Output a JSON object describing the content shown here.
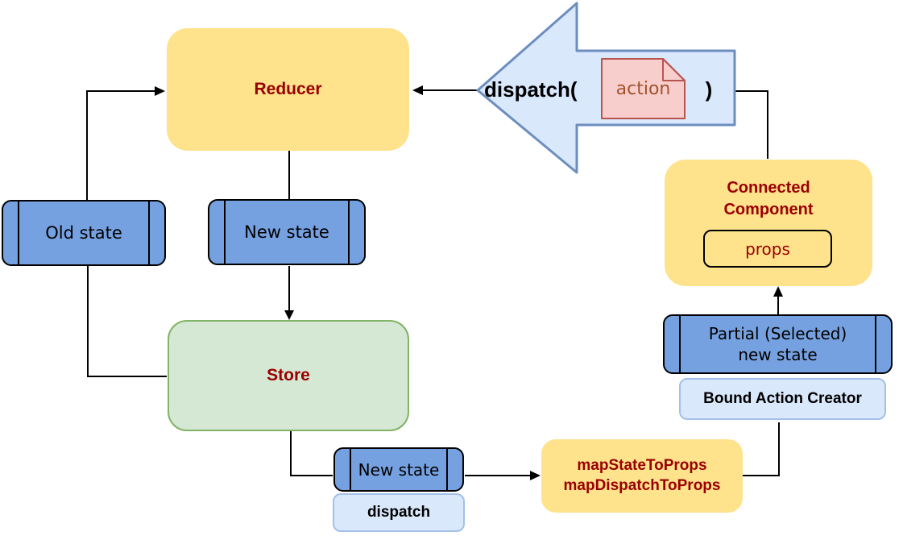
{
  "diagram": {
    "nodes": {
      "reducer": {
        "label": "Reducer"
      },
      "old_state": {
        "label": "Old state"
      },
      "new_state_top": {
        "label": "New state"
      },
      "store": {
        "label": "Store"
      },
      "new_state_bottom": {
        "label": "New state"
      },
      "dispatch_method": {
        "label": "dispatch"
      },
      "map_props": {
        "line1": "mapStateToProps",
        "line2": "mapDispatchToProps"
      },
      "partial_state": {
        "line1": "Partial (Selected)",
        "line2": "new state"
      },
      "bound_action_creator": {
        "label": "Bound Action Creator"
      },
      "connected_component": {
        "line1": "Connected",
        "line2": "Component",
        "props_label": "props"
      }
    },
    "dispatch_arrow": {
      "prefix": "dispatch(",
      "action_label": "action",
      "suffix": ")"
    },
    "colors": {
      "yellow_fill": "#ffe28c",
      "green_fill": "#d5e8d4",
      "green_border": "#82b366",
      "blue_fill": "#76a1e0",
      "light_blue_fill": "#dae8fc",
      "light_blue_border": "#a3c0e8",
      "arrow_fill": "#dae8fc",
      "arrow_border": "#6c8ebf",
      "doc_fill": "#f8cecc",
      "doc_border": "#b85450",
      "doc_text": "#a0522d",
      "dark_red_text": "#990000",
      "line_color": "#000000"
    }
  }
}
